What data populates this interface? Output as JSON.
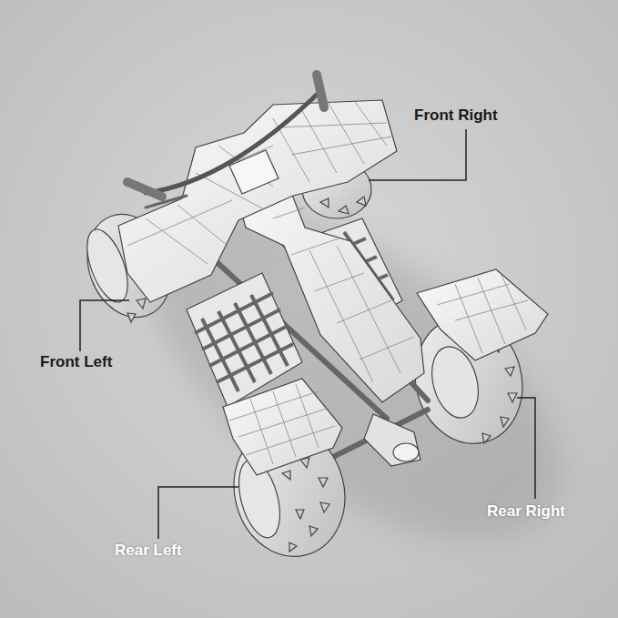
{
  "diagram": {
    "labels": [
      "Front Right",
      "Front Left",
      "Rear Right",
      "Rear Left"
    ]
  }
}
